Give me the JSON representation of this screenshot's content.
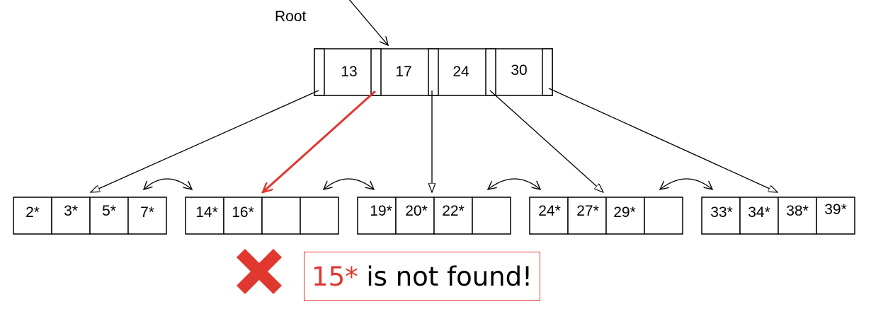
{
  "root_label": "Root",
  "root_keys": [
    "13",
    "17",
    "24",
    "30"
  ],
  "leaves": [
    [
      "2*",
      "3*",
      "5*",
      "7*"
    ],
    [
      "14*",
      "16*",
      "",
      ""
    ],
    [
      "19*",
      "20*",
      "22*",
      ""
    ],
    [
      "24*",
      "27*",
      "29*",
      ""
    ],
    [
      "33*",
      "34*",
      "38*",
      "39*"
    ]
  ],
  "search_key": "15*",
  "result_text": " is not found!",
  "colors": {
    "highlight": "#e0372f",
    "line": "#000000"
  },
  "icon": "x-mark-icon"
}
